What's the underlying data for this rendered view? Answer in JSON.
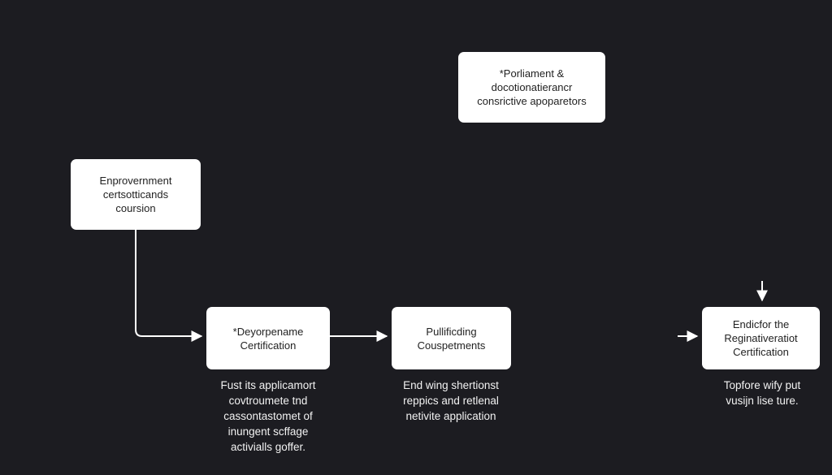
{
  "colors": {
    "background": "#1c1c21",
    "node_fill": "#ffffff",
    "node_text": "#222222",
    "edge": "#ffffff",
    "caption_text": "#f2f2f2"
  },
  "nodes": {
    "top_right": {
      "lines": [
        "*Porliament &",
        "docotionatierancr",
        "consrictive apoparetors"
      ]
    },
    "start": {
      "lines": [
        "Enprovernment",
        "certsotticands",
        "coursion"
      ]
    },
    "deyorpename": {
      "lines": [
        "*Deyorpename",
        "Certification"
      ]
    },
    "pullificding": {
      "lines": [
        "Pullificding",
        "Couspetments"
      ]
    },
    "endicfor": {
      "lines": [
        "Endicfor the",
        "Reginativeratiot",
        "Certification"
      ]
    }
  },
  "captions": {
    "deyorpename": {
      "lines": [
        "Fust its applicamort",
        "covtroumete tnd",
        "cassontastomet of",
        "inungent scffage",
        "activialls goffer."
      ]
    },
    "pullificding": {
      "lines": [
        "End wing shertionst",
        "reppics and retlenal",
        "netivite application"
      ]
    },
    "endicfor": {
      "lines": [
        "Topfore wify put",
        "vusijn lise ture."
      ]
    }
  }
}
